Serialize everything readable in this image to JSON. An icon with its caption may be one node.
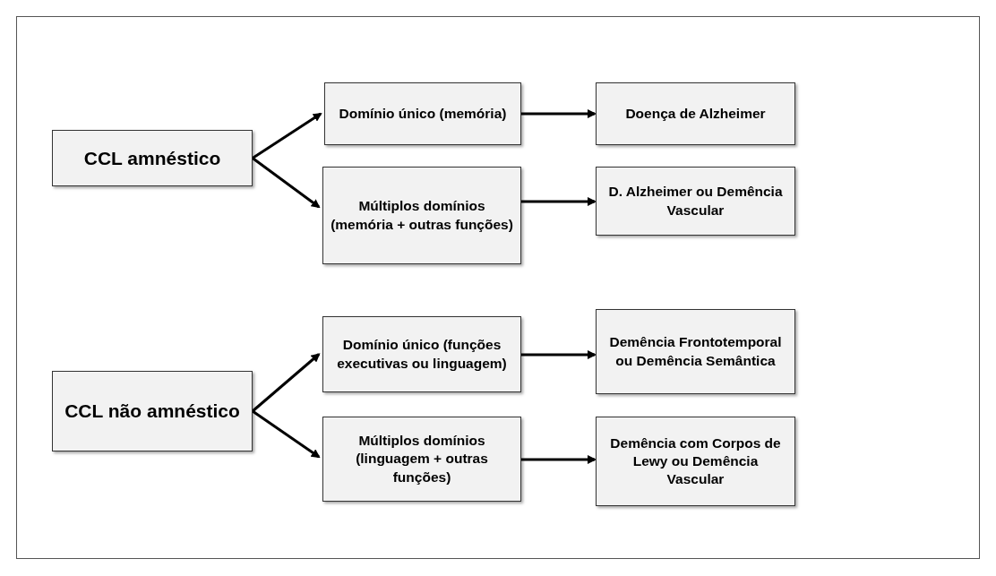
{
  "diagram": {
    "nodes": [
      {
        "text": [
          "CCL amnéstico"
        ]
      },
      {
        "text": [
          "Domínio único (memória)"
        ]
      },
      {
        "text": [
          "Doença de Alzheimer"
        ]
      },
      {
        "text": [
          "Múltiplos domínios (memória + outras funções)"
        ]
      },
      {
        "text": [
          "D. Alzheimer ou Demência Vascular"
        ]
      },
      {
        "text": [
          "CCL não amnéstico"
        ]
      },
      {
        "text": [
          "Domínio único (funções executivas ou linguagem)"
        ]
      },
      {
        "text": [
          "Demência Frontotemporal ou Demência Semântica"
        ]
      },
      {
        "text": [
          "Múltiplos domínios (linguagem + outras funções)"
        ]
      },
      {
        "text": [
          "Demência com Corpos de Lewy ou Demência Vascular"
        ]
      }
    ],
    "edges": [
      {
        "from": 0,
        "to": 1,
        "arrow": "to"
      },
      {
        "from": 0,
        "to": 3,
        "arrow": "to"
      },
      {
        "from": 1,
        "to": 2,
        "arrow": "to"
      },
      {
        "from": 3,
        "to": 4,
        "arrow": "to"
      },
      {
        "from": 5,
        "to": 6,
        "arrow": "to"
      },
      {
        "from": 5,
        "to": 8,
        "arrow": "to"
      },
      {
        "from": 6,
        "to": 7,
        "arrow": "to"
      },
      {
        "from": 8,
        "to": 9,
        "arrow": "to"
      }
    ]
  }
}
